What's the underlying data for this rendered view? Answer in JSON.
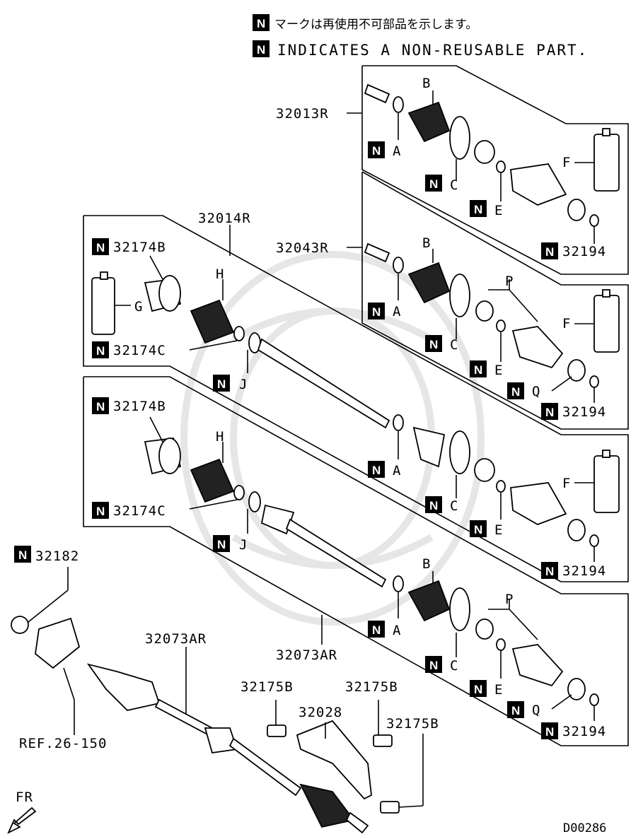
{
  "legend": {
    "mark": "N",
    "jp": "マークは再使用不可部品を示します。",
    "en": "INDICATES A NON-REUSABLE PART."
  },
  "labels": {
    "p32013R": "32013R",
    "p32043R": "32043R",
    "p32014R": "32014R",
    "p32073AR_a": "32073AR",
    "p32073AR_b": "32073AR",
    "p32182": "32182",
    "p32175B_a": "32175B",
    "p32175B_b": "32175B",
    "p32175B_c": "32175B",
    "p32028": "32028",
    "p32174B_a": "32174B",
    "p32174C_a": "32174C",
    "p32174B_b": "32174B",
    "p32174C_b": "32174C",
    "p32194_1": "32194",
    "p32194_2": "32194",
    "p32194_3": "32194",
    "p32194_4": "32194",
    "ref": "REF.26-150",
    "fr": "FR",
    "code": "D00286"
  },
  "letters": {
    "A": "A",
    "B": "B",
    "C": "C",
    "E": "E",
    "F": "F",
    "G": "G",
    "H": "H",
    "J": "J",
    "P": "P",
    "Q": "Q"
  }
}
